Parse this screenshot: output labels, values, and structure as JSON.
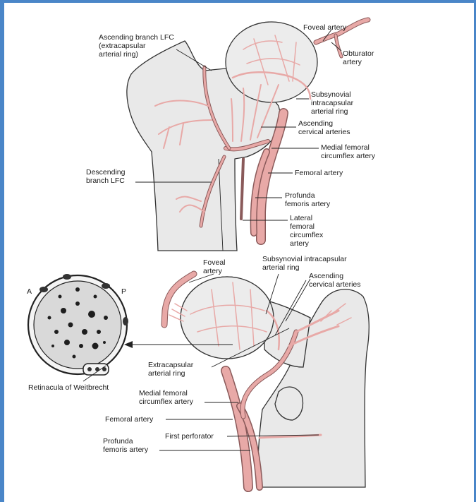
{
  "top_figure": {
    "labels": {
      "ascending_lfc": [
        "Ascending branch LFC",
        "(extracapsular",
        "arterial ring)"
      ],
      "foveal": [
        "Foveal artery"
      ],
      "obturator": [
        "Obturator",
        "artery"
      ],
      "subsynovial": [
        "Subsynovial",
        "intracapsular",
        "arterial ring"
      ],
      "ascending_cervical": [
        "Ascending",
        "cervical arteries"
      ],
      "medial_circumflex": [
        "Medial femoral",
        "circumflex artery"
      ],
      "femoral": [
        "Femoral artery"
      ],
      "profunda": [
        "Profunda",
        "femoris artery"
      ],
      "lateral_circumflex": [
        "Lateral",
        "femoral",
        "circumflex",
        "artery"
      ],
      "descending_lfc": [
        "Descending",
        "branch LFC"
      ]
    }
  },
  "bottom_figure": {
    "labels": {
      "foveal": [
        "Foveal",
        "artery"
      ],
      "subsynovial": [
        "Subsynovial intracapsular",
        "arterial ring"
      ],
      "ascending_cervical": [
        "Ascending",
        "cervical arteries"
      ],
      "extracapsular": [
        "Extracapsular",
        "arterial ring"
      ],
      "medial_circumflex": [
        "Medial femoral",
        "circumflex artery"
      ],
      "femoral": [
        "Femoral artery"
      ],
      "first_perforator": [
        "First perforator"
      ],
      "profunda": [
        "Profunda",
        "femoris artery"
      ],
      "retinacula": [
        "Retinacula of Weitbrecht"
      ],
      "section_a": [
        "A"
      ],
      "section_p": [
        "P"
      ]
    }
  },
  "colors": {
    "border": "#4a86c8",
    "artery": "#e8a9a7",
    "bone": "#e9e9e9"
  }
}
